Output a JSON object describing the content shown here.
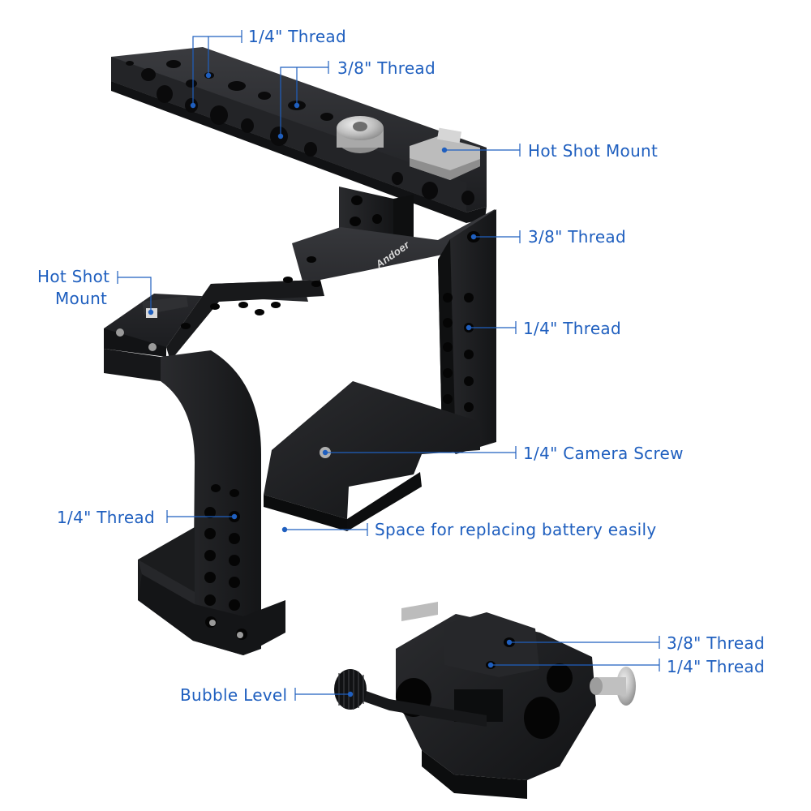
{
  "brand_text": "Andoer",
  "colors": {
    "label": "#1f5fbf",
    "leader": "#1f5fbf",
    "metal": "#1b1c1e",
    "metal_top": "#2c2d30",
    "hole": "#0a0a0b",
    "silver": "#c9c9c9"
  },
  "callouts": [
    {
      "id": "top-quarter-thread",
      "text": "1/4\" Thread",
      "icon": "dot-marker"
    },
    {
      "id": "top-three-eighths-thread",
      "text": "3/8\" Thread",
      "icon": "dot-marker"
    },
    {
      "id": "hot-shot-mount-right",
      "text": "Hot Shot Mount",
      "icon": "dot-marker"
    },
    {
      "id": "right-three-eighths-thread",
      "text": "3/8\" Thread",
      "icon": "dot-marker"
    },
    {
      "id": "hot-shot-mount-left",
      "lines": [
        "Hot Shot",
        "Mount"
      ],
      "icon": "dot-marker"
    },
    {
      "id": "right-quarter-thread",
      "text": "1/4\" Thread",
      "icon": "dot-marker"
    },
    {
      "id": "camera-screw",
      "text": "1/4\" Camera Screw",
      "icon": "dot-marker"
    },
    {
      "id": "left-quarter-thread",
      "text": "1/4\" Thread",
      "icon": "dot-marker"
    },
    {
      "id": "battery-space",
      "text": "Space for replacing battery easily",
      "icon": "dot-marker"
    },
    {
      "id": "clamp-three-eighths-thread",
      "text": "3/8\" Thread",
      "icon": "dot-marker"
    },
    {
      "id": "clamp-quarter-thread",
      "text": "1/4\" Thread",
      "icon": "dot-marker"
    },
    {
      "id": "bubble-level",
      "text": "Bubble Level",
      "icon": "dot-marker"
    }
  ]
}
